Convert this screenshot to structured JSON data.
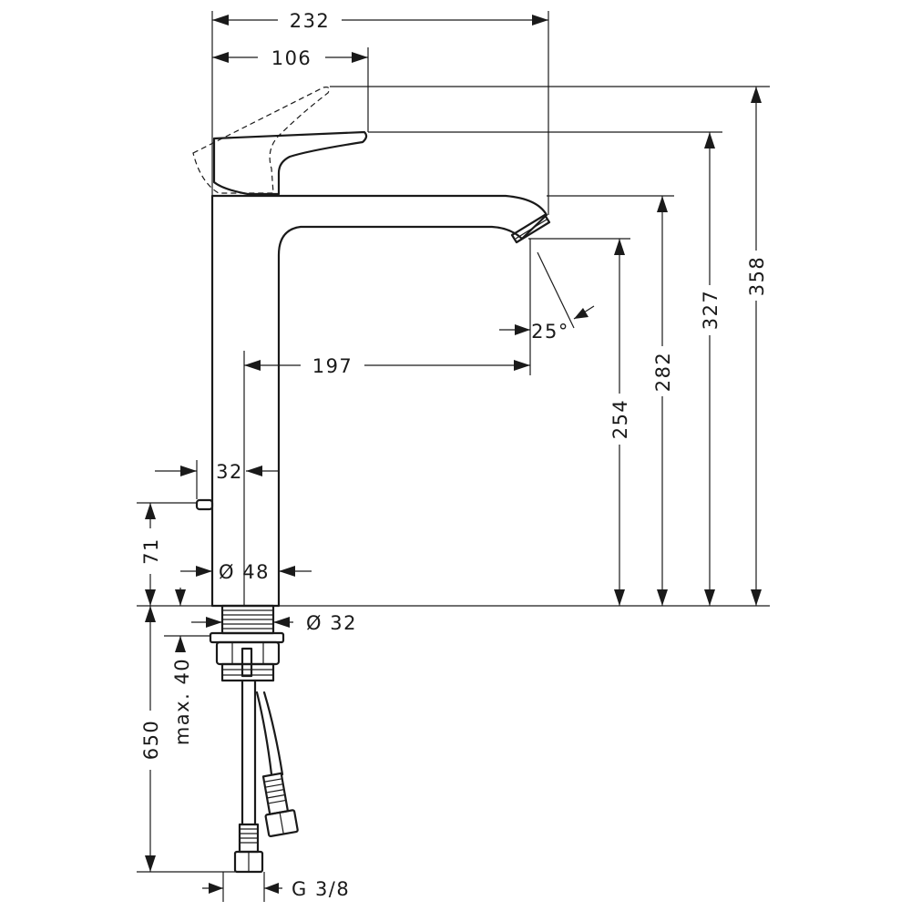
{
  "dimensions": {
    "width_overall": "232",
    "width_handle": "106",
    "height_max_lever": "358",
    "height_lever": "327",
    "height_spout_top": "282",
    "height_spout_outlet": "254",
    "spout_reach": "197",
    "spray_angle": "25°",
    "popup_offset": "32",
    "popup_height": "71",
    "body_diameter": "Ø 48",
    "shank_diameter": "Ø 32",
    "deck_thickness": "max. 40",
    "hose_length": "650",
    "connection_thread": "G 3/8"
  }
}
